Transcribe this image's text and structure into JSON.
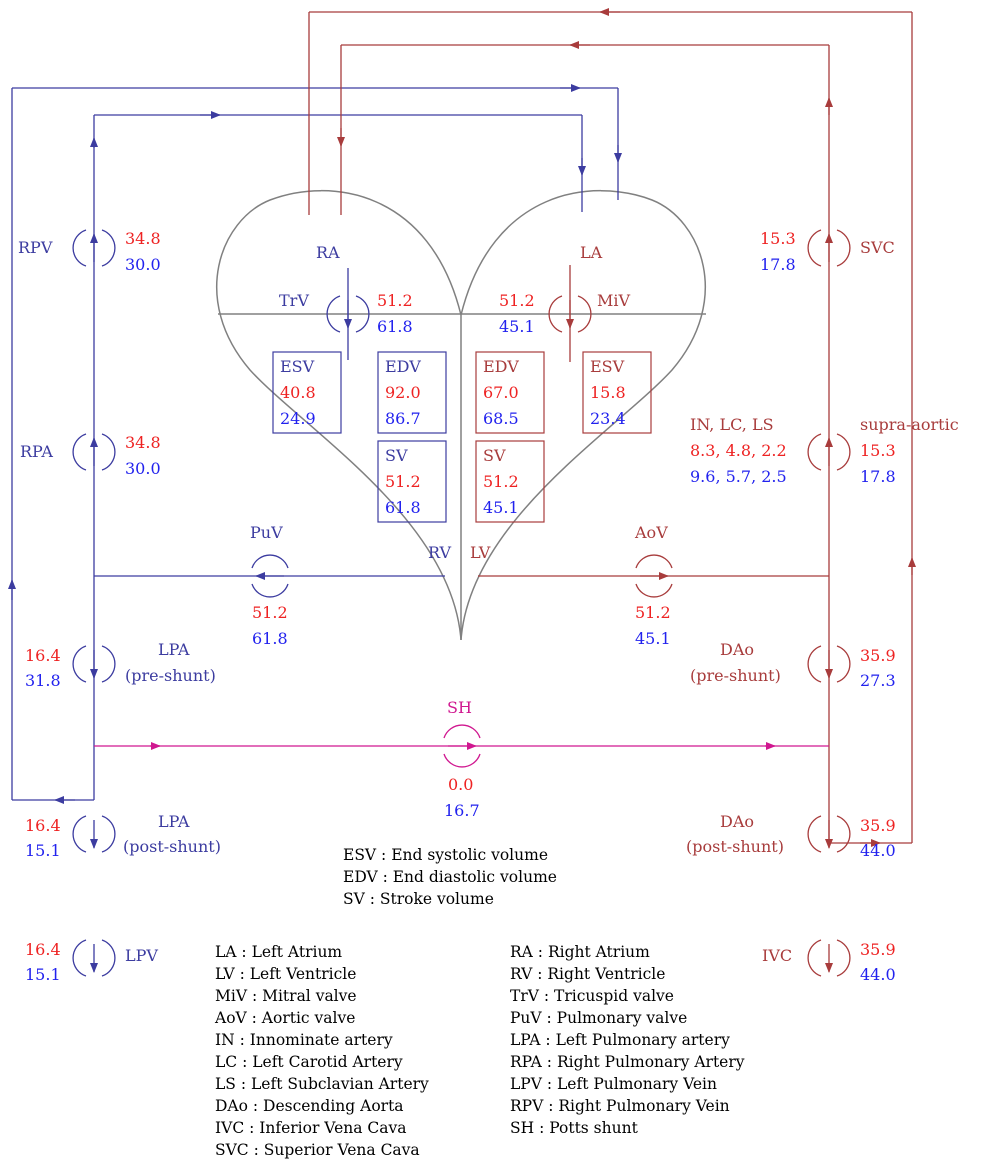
{
  "colors": {
    "right_side": "#3c3ca0",
    "left_side": "#a83c3c",
    "shunt": "#d01890",
    "value_red": "#ee2222",
    "value_blue": "#2222ee",
    "heart": "#808080"
  },
  "heart": {
    "ra": "RA",
    "la": "LA",
    "rv": "RV",
    "lv": "LV",
    "boxes": {
      "rv_esv": {
        "label": "ESV",
        "v1": "40.8",
        "v2": "24.9"
      },
      "rv_edv": {
        "label": "EDV",
        "v1": "92.0",
        "v2": "86.7"
      },
      "rv_sv": {
        "label": "SV",
        "v1": "51.2",
        "v2": "61.8"
      },
      "lv_edv": {
        "label": "EDV",
        "v1": "67.0",
        "v2": "68.5"
      },
      "lv_esv": {
        "label": "ESV",
        "v1": "15.8",
        "v2": "23.4"
      },
      "lv_sv": {
        "label": "SV",
        "v1": "51.2",
        "v2": "45.1"
      }
    }
  },
  "valves": {
    "trv": {
      "label": "TrV",
      "v1": "51.2",
      "v2": "61.8"
    },
    "miv": {
      "label": "MiV",
      "v1": "51.2",
      "v2": "45.1"
    },
    "puv": {
      "label": "PuV",
      "v1": "51.2",
      "v2": "61.8"
    },
    "aov": {
      "label": "AoV",
      "v1": "51.2",
      "v2": "45.1"
    },
    "rpv": {
      "label": "RPV",
      "v1": "34.8",
      "v2": "30.0"
    },
    "rpa": {
      "label": "RPA",
      "v1": "34.8",
      "v2": "30.0"
    },
    "lpa_pre": {
      "label1": "LPA",
      "label2": "(pre-shunt)",
      "v1": "16.4",
      "v2": "31.8"
    },
    "lpa_post": {
      "label1": "LPA",
      "label2": "(post-shunt)",
      "v1": "16.4",
      "v2": "15.1"
    },
    "lpv": {
      "label": "LPV",
      "v1": "16.4",
      "v2": "15.1"
    },
    "svc": {
      "label": "SVC",
      "v1": "15.3",
      "v2": "17.8"
    },
    "supra": {
      "label": "supra-aortic",
      "sub": "IN, LC, LS",
      "sub_v1": "8.3, 4.8, 2.2",
      "sub_v2": "9.6, 5.7, 2.5",
      "v1": "15.3",
      "v2": "17.8"
    },
    "dao_pre": {
      "label1": "DAo",
      "label2": "(pre-shunt)",
      "v1": "35.9",
      "v2": "27.3"
    },
    "dao_post": {
      "label1": "DAo",
      "label2": "(post-shunt)",
      "v1": "35.9",
      "v2": "44.0"
    },
    "ivc": {
      "label": "IVC",
      "v1": "35.9",
      "v2": "44.0"
    },
    "sh": {
      "label": "SH",
      "v1": "0.0",
      "v2": "16.7"
    }
  },
  "legend_volumes": [
    "ESV : End systolic volume",
    "EDV : End diastolic volume",
    "SV : Stroke volume"
  ],
  "legend_left": [
    "LA : Left Atrium",
    "LV : Left Ventricle",
    "MiV : Mitral valve",
    "AoV : Aortic valve",
    "IN : Innominate artery",
    "LC : Left Carotid Artery",
    "LS : Left Subclavian Artery",
    "DAo : Descending Aorta",
    "IVC : Inferior Vena Cava",
    "SVC : Superior Vena Cava"
  ],
  "legend_right": [
    "RA : Right Atrium",
    "RV : Right Ventricle",
    "TrV : Tricuspid valve",
    "PuV : Pulmonary valve",
    "LPA : Left Pulmonary artery",
    "RPA : Right Pulmonary Artery",
    "LPV : Left Pulmonary Vein",
    "RPV : Right Pulmonary Vein",
    "SH : Potts shunt"
  ]
}
